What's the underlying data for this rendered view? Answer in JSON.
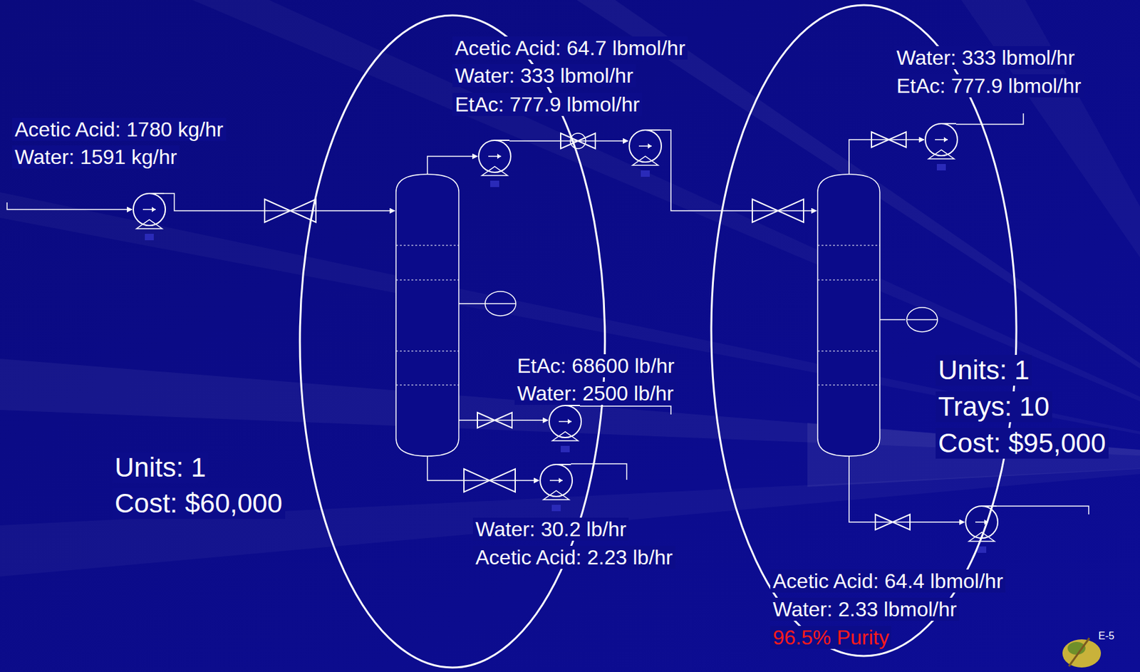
{
  "diagram": {
    "nodes": [
      {
        "text": [
          "Units: 1",
          "Cost: $60,000"
        ]
      },
      {
        "text": [
          "Units: 1",
          "Trays: 10",
          "Cost: $95,000"
        ]
      }
    ],
    "labels": [
      "Acetic Acid: 64.7 lbmol/hr",
      "Water: 333 lbmol/hr",
      "EtAc: 777.9 lbmol/hr",
      "Water: 333 lbmol/hr",
      "EtAc: 777.9 lbmol/hr",
      "Acetic Acid: 1780 kg/hr",
      "Water: 1591 kg/hr",
      "EtAc: 68600 lb/hr",
      "Water: 2500 lb/hr",
      "Water: 30.2 lb/hr",
      "Acetic Acid: 2.23 lb/hr",
      "Acetic Acid: 64.4 lbmol/hr",
      "Water: 2.33 lbmol/hr",
      "96.5% Purity",
      "E-5"
    ]
  }
}
